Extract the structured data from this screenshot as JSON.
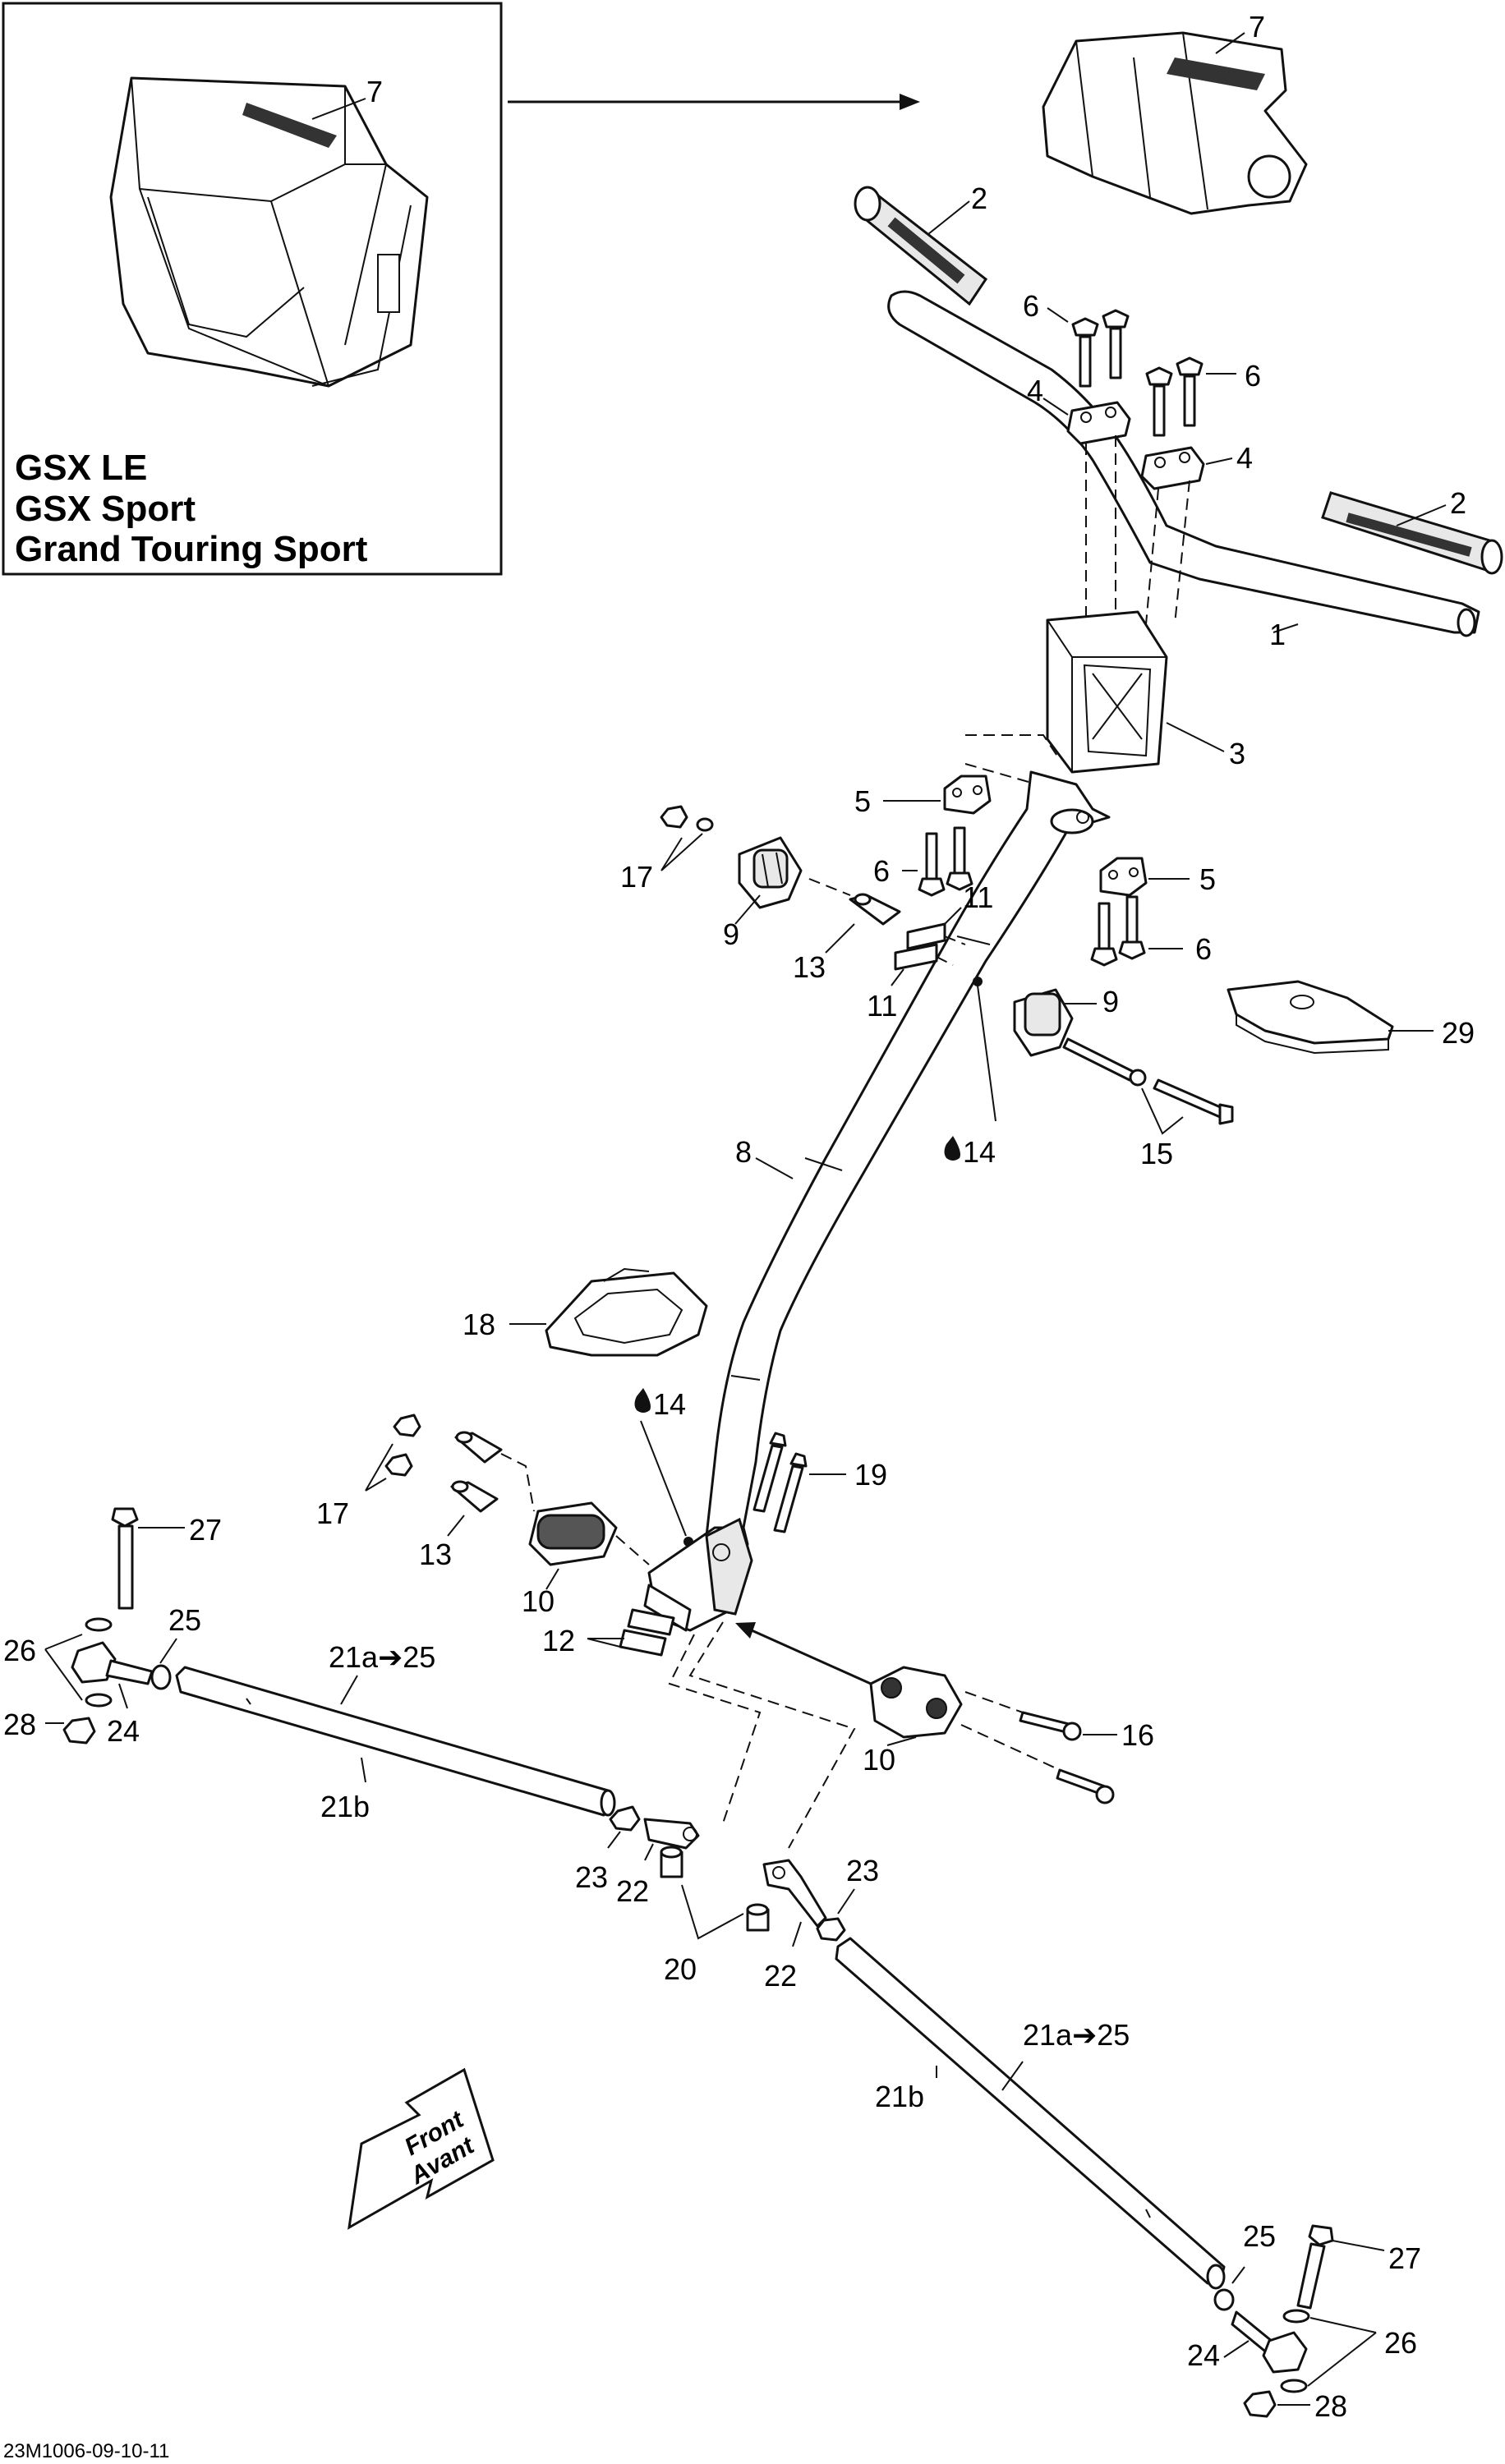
{
  "inset": {
    "models": [
      "GSX LE",
      "GSX Sport",
      "Grand Touring Sport"
    ]
  },
  "direction": {
    "line1": "Front",
    "line2": "Avant"
  },
  "reference_code": "23M1006-09-10-11",
  "callouts": {
    "c7_inset": "7",
    "c7": "7",
    "c2_left": "2",
    "c2_right": "2",
    "c6_a": "6",
    "c6_b": "6",
    "c4_a": "4",
    "c4_b": "4",
    "c1": "1",
    "c3": "3",
    "c5_a": "5",
    "c5_b": "5",
    "c6_c": "6",
    "c6_d": "6",
    "c17_top": "17",
    "c9_left": "9",
    "c11_a": "11",
    "c11_b": "11",
    "c13_top": "13",
    "c9_right": "9",
    "c29": "29",
    "c14_top": "14",
    "c15": "15",
    "c8": "8",
    "c18": "18",
    "c14_mid": "14",
    "c19": "19",
    "c17_bot": "17",
    "c13_bot": "13",
    "c10_left": "10",
    "c12": "12",
    "c27_left": "27",
    "c26_left": "26",
    "c25_left": "25",
    "c28_left": "28",
    "c24_left": "24",
    "c21a_left": "21a➔25",
    "c21b_left": "21b",
    "c10_right": "10",
    "c16": "16",
    "c23_left": "23",
    "c22_left": "22",
    "c20": "20",
    "c23_right": "23",
    "c22_right": "22",
    "c21a_right": "21a➔25",
    "c21b_right": "21b",
    "c25_right": "25",
    "c27_right": "27",
    "c24_right": "24",
    "c26_right": "26",
    "c28_right": "28"
  }
}
